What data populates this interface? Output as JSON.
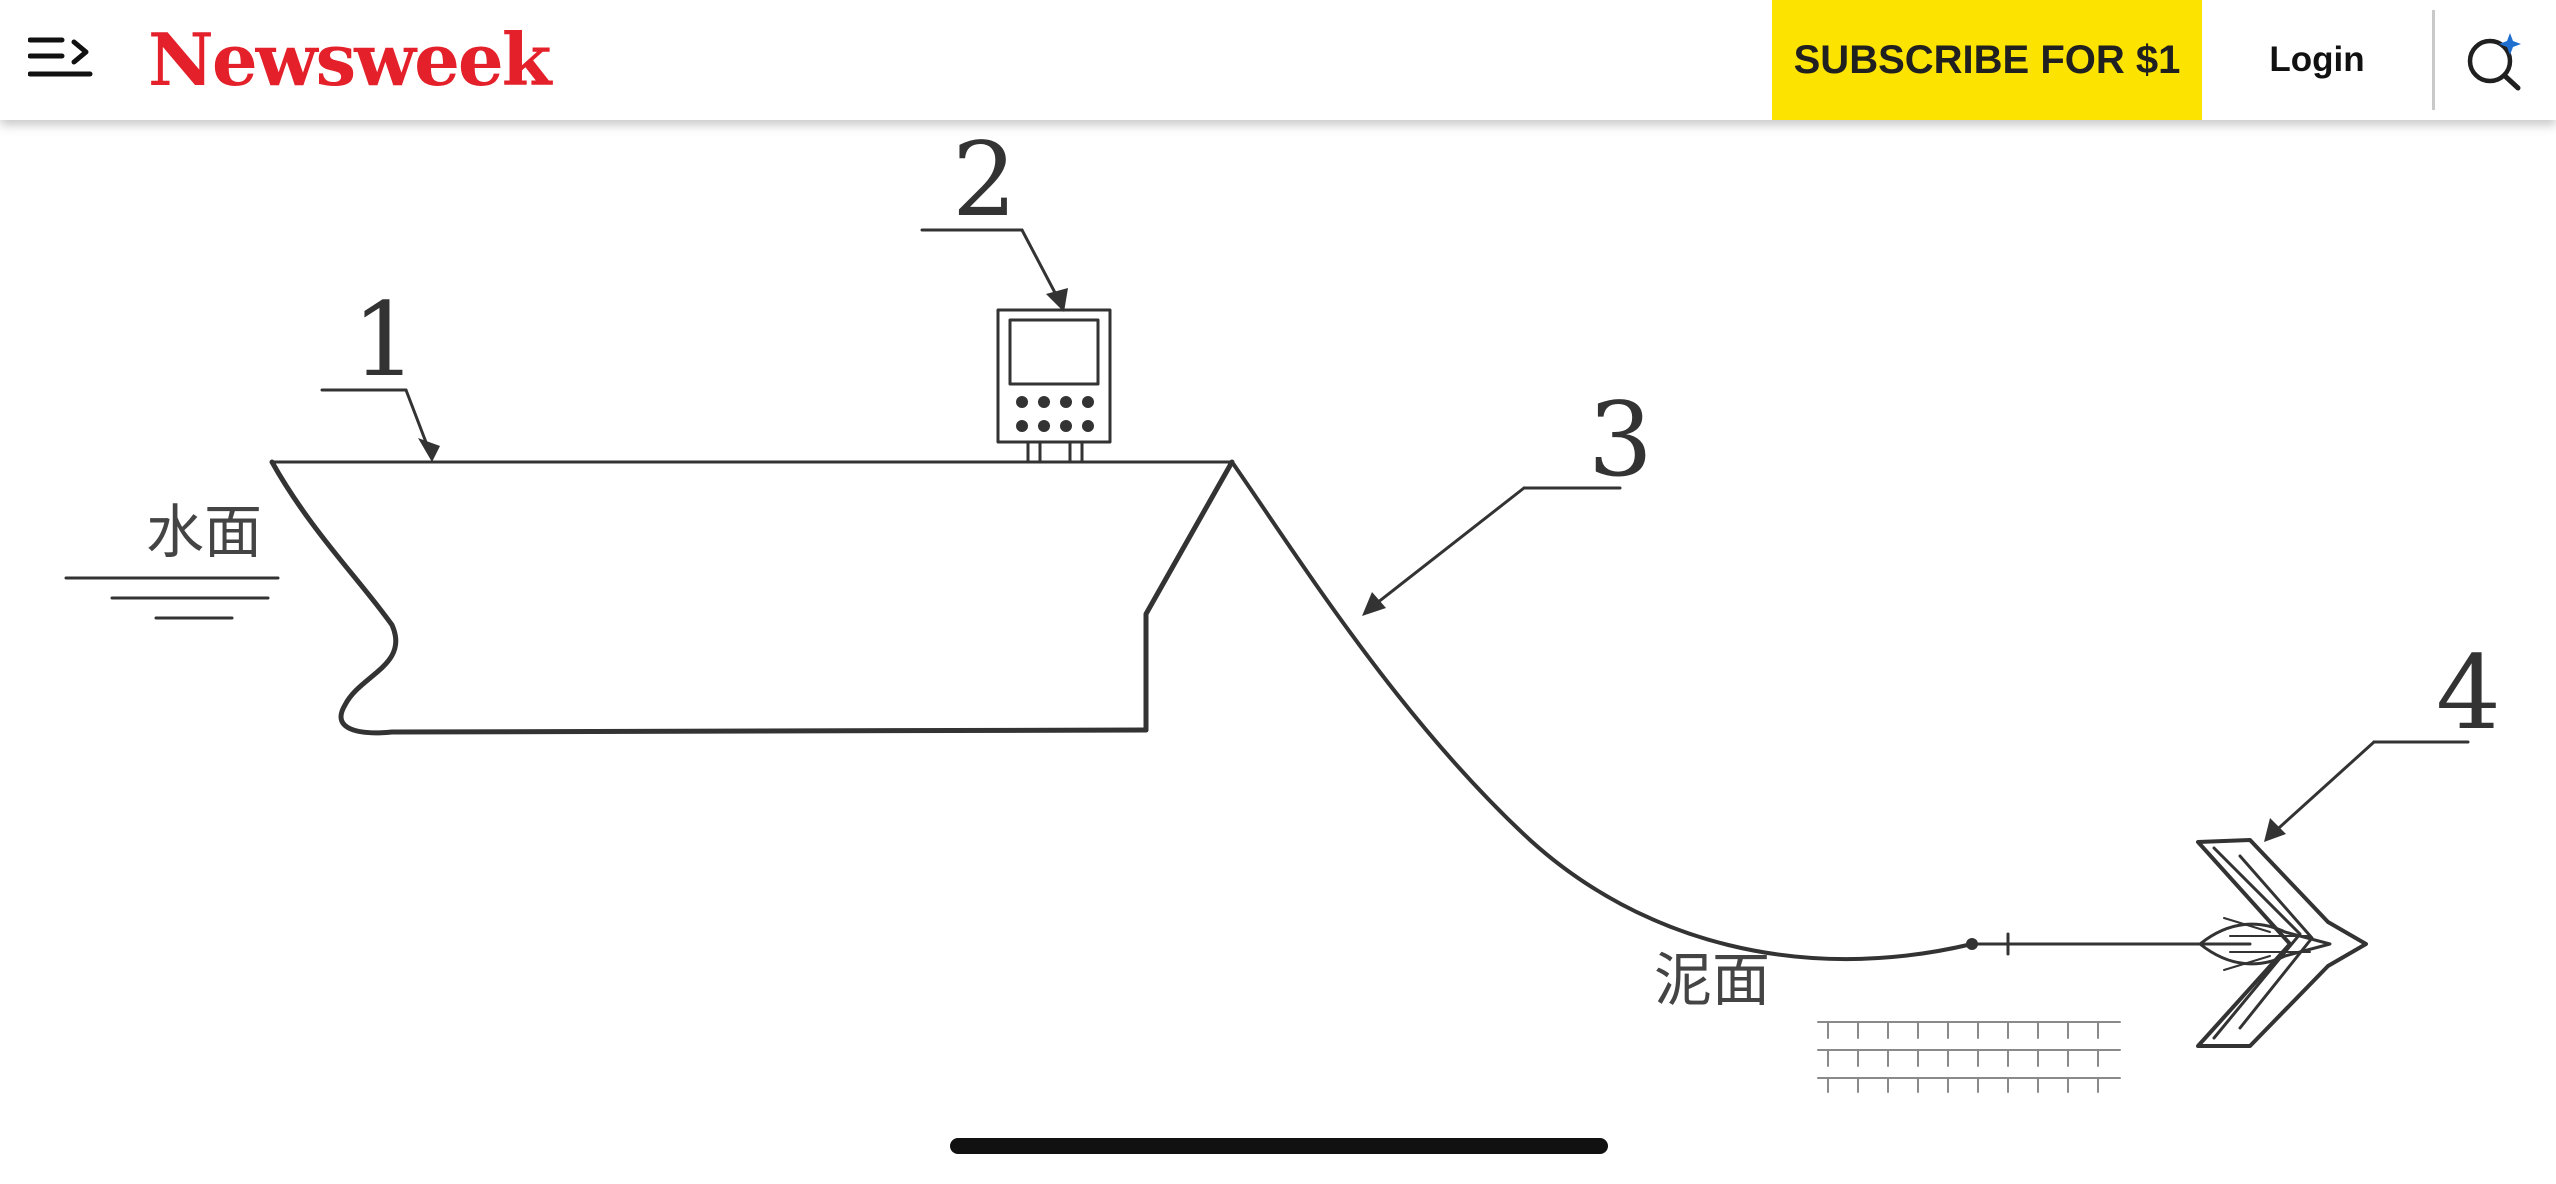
{
  "header": {
    "menu_icon": "menu-arrow-icon",
    "logo": "Newsweek",
    "subscribe_label": "SUBSCRIBE FOR $1",
    "login_label": "Login",
    "search_icon": "search-sparkle-icon",
    "colors": {
      "logo": "#e4202a",
      "subscribe_bg": "#fde400",
      "search_icon": "#1f6fd1"
    }
  },
  "diagram": {
    "callouts": {
      "c1": "1",
      "c2": "2",
      "c3": "3",
      "c4": "4"
    },
    "water_surface_label": "水面",
    "mud_surface_label": "泥面"
  }
}
